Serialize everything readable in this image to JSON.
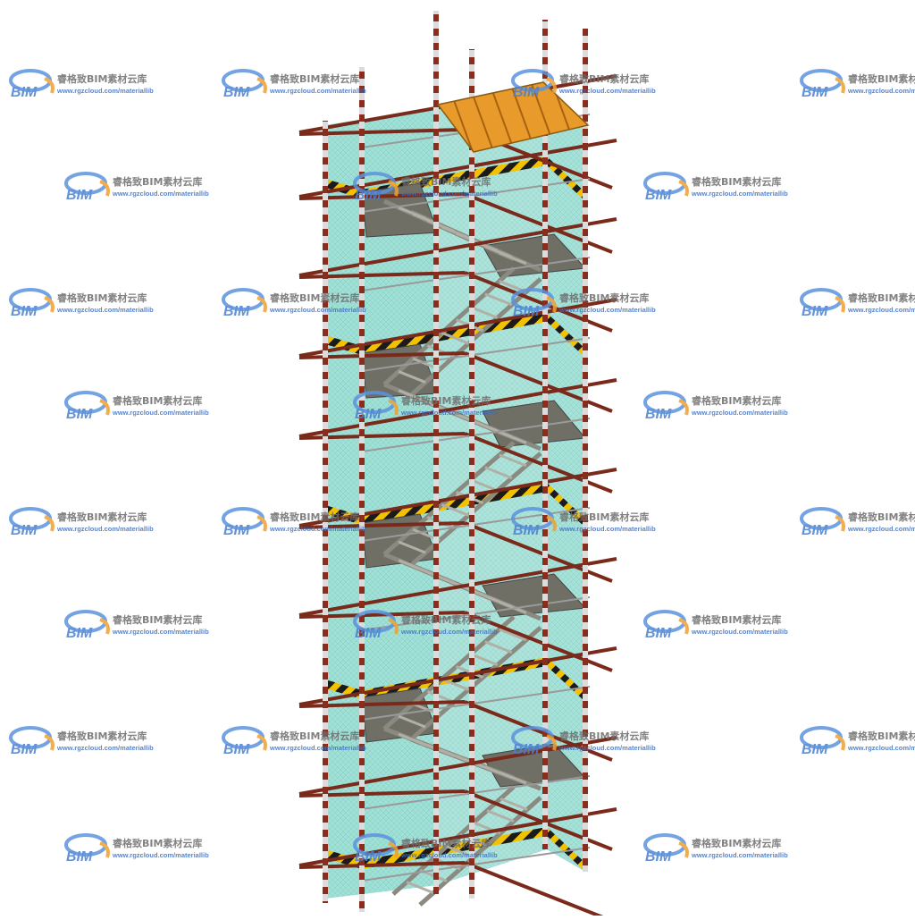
{
  "watermark": {
    "brand": "BIM",
    "name": "睿格致BIM素材云库",
    "url": "www.rgzcloud.com/materiallib"
  },
  "colors": {
    "net": "#7fd6c9",
    "pole_red": "#8b2d1c",
    "pole_white": "#dddddd",
    "hazard_yellow": "#f2c200",
    "deck_wood": "#e89a2a",
    "landing_gray": "#6f6f66",
    "cloud_blue": "#5b93de",
    "cloud_orange": "#f0a030"
  }
}
